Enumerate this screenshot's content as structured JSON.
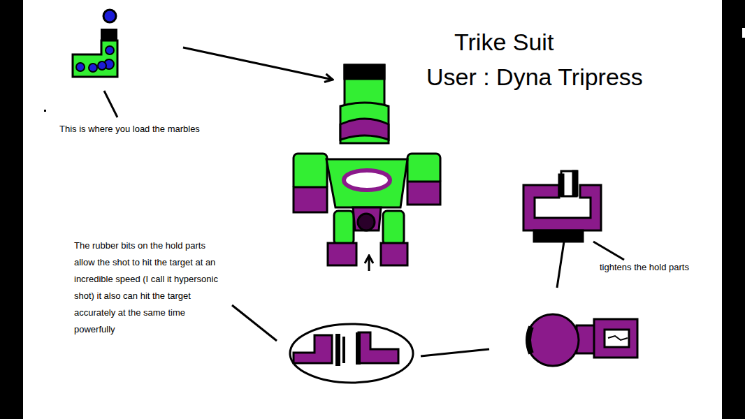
{
  "diagram": {
    "title": "Trike Suit",
    "labels": [
      "User : Dyna Tripress",
      "This is where you load the marbles",
      "The rubber bits on the hold parts allow the shot to hit the target at an incredible speed (I call it hypersonic shot) it also can hit the target accurately at the same time powerfully",
      "tightens the hold parts"
    ]
  }
}
